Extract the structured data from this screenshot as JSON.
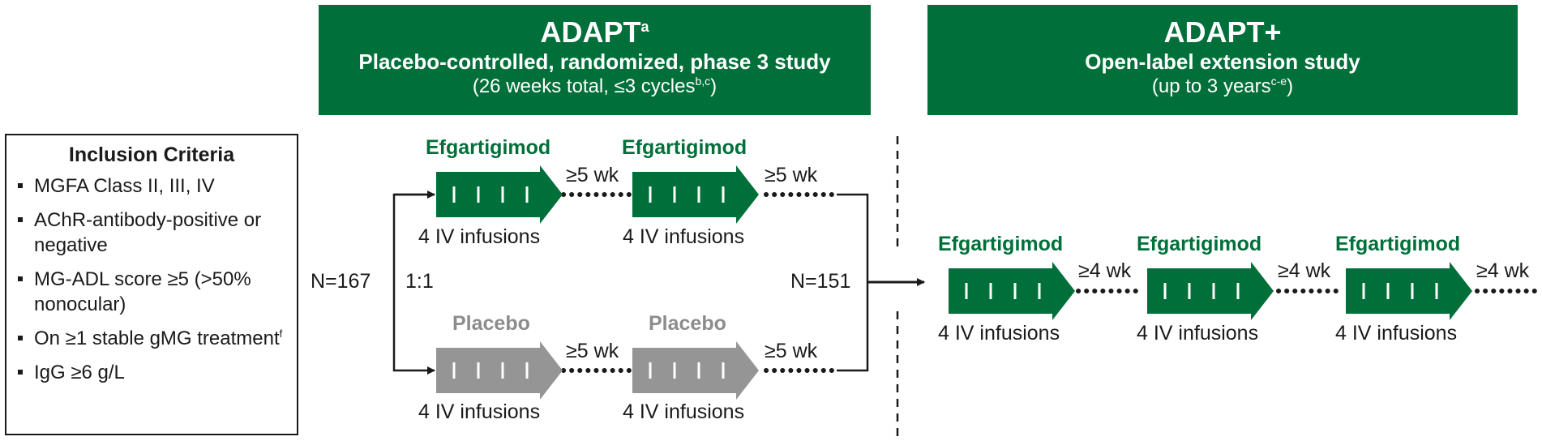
{
  "adapt": {
    "title": "ADAPT",
    "title_sup": "a",
    "subtitle": "Placebo-controlled, randomized, phase 3 study",
    "detail": "(26 weeks total, ≤3 cycles",
    "detail_sup": "b,c",
    "detail_end": ")"
  },
  "adapt_plus": {
    "title": "ADAPT+",
    "subtitle": "Open-label extension study",
    "detail": "(up to 3 years",
    "detail_sup": "c-e",
    "detail_end": ")"
  },
  "inclusion": {
    "title": "Inclusion Criteria",
    "items": [
      {
        "text": "MGFA Class II, III, IV",
        "sup": ""
      },
      {
        "text": "AChR-antibody-positive or negative",
        "sup": ""
      },
      {
        "text": "MG-ADL score ≥5 (>50% nonocular)",
        "sup": ""
      },
      {
        "text": "On ≥1 stable gMG treatment",
        "sup": "f"
      },
      {
        "text": "IgG ≥6 g/L",
        "sup": ""
      }
    ]
  },
  "randomization": {
    "n_start": "N=167",
    "ratio": "1:1",
    "n_continue": "N=151"
  },
  "arms": {
    "drug": "Efgartigimod",
    "placebo": "Placebo",
    "infusions": "4 IV infusions",
    "gap_adapt": "≥5 wk",
    "gap_plus": "≥4 wk"
  },
  "colors": {
    "green": "#006f39",
    "gray": "#959595",
    "text": "#1a1a1a"
  }
}
